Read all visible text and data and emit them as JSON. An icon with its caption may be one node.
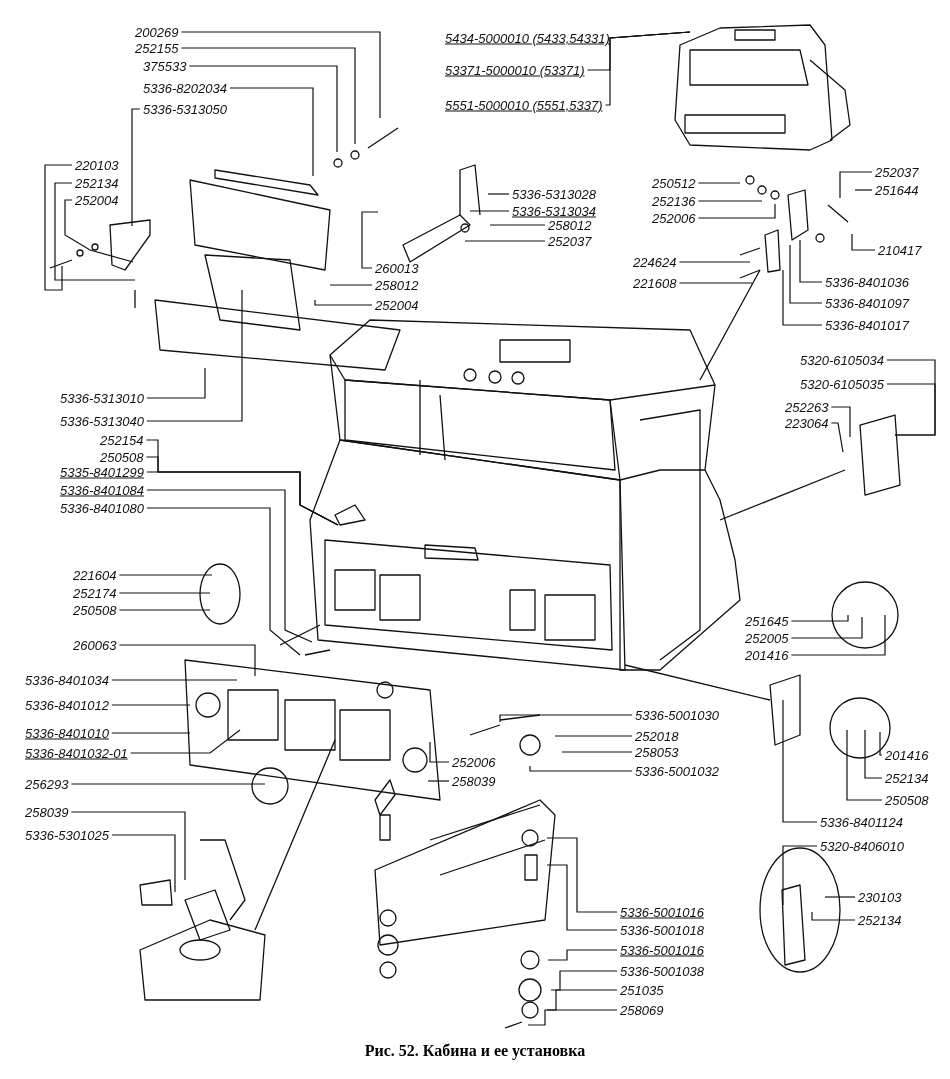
{
  "diagram": {
    "caption": "Рис. 52. Кабина и ее установка",
    "nodes": [
      {
        "text": [
          "200269"
        ]
      },
      {
        "text": [
          "252155"
        ]
      },
      {
        "text": [
          "375533"
        ]
      },
      {
        "text": [
          "5336-8202034"
        ]
      },
      {
        "text": [
          "5336-5313050"
        ]
      },
      {
        "text": [
          "220103"
        ]
      },
      {
        "text": [
          "252134"
        ]
      },
      {
        "text": [
          "252004"
        ]
      },
      {
        "text": [
          "260013"
        ]
      },
      {
        "text": [
          "258012"
        ]
      },
      {
        "text": [
          "252004"
        ]
      },
      {
        "text": [
          "5336-5313028"
        ]
      },
      {
        "text": [
          "5336-5313034"
        ]
      },
      {
        "text": [
          "258012"
        ]
      },
      {
        "text": [
          "252037"
        ]
      },
      {
        "text": [
          "5434-5000010 (5433,54331)"
        ]
      },
      {
        "text": [
          "53371-5000010 (53371)"
        ]
      },
      {
        "text": [
          "5551-5000010 (5551,5337)"
        ]
      },
      {
        "text": [
          "250512"
        ]
      },
      {
        "text": [
          "252136"
        ]
      },
      {
        "text": [
          "252006"
        ]
      },
      {
        "text": [
          "252037"
        ]
      },
      {
        "text": [
          "251644"
        ]
      },
      {
        "text": [
          "210417"
        ]
      },
      {
        "text": [
          "224624"
        ]
      },
      {
        "text": [
          "221608"
        ]
      },
      {
        "text": [
          "5336-8401036"
        ]
      },
      {
        "text": [
          "5336-8401097"
        ]
      },
      {
        "text": [
          "5336-8401017"
        ]
      },
      {
        "text": [
          "5320-6105034"
        ]
      },
      {
        "text": [
          "5320-6105035"
        ]
      },
      {
        "text": [
          "252263"
        ]
      },
      {
        "text": [
          "223064"
        ]
      },
      {
        "text": [
          "5336-5313010"
        ]
      },
      {
        "text": [
          "5336-5313040"
        ]
      },
      {
        "text": [
          "252154"
        ]
      },
      {
        "text": [
          "250508"
        ]
      },
      {
        "text": [
          "5335-8401299"
        ]
      },
      {
        "text": [
          "5336-8401084"
        ]
      },
      {
        "text": [
          "5336-8401080"
        ]
      },
      {
        "text": [
          "221604"
        ]
      },
      {
        "text": [
          "252174"
        ]
      },
      {
        "text": [
          "250508"
        ]
      },
      {
        "text": [
          "260063"
        ]
      },
      {
        "text": [
          "5336-8401034"
        ]
      },
      {
        "text": [
          "5336-8401012"
        ]
      },
      {
        "text": [
          "5336-8401010"
        ]
      },
      {
        "text": [
          "5336-8401032-01"
        ]
      },
      {
        "text": [
          "256293"
        ]
      },
      {
        "text": [
          "258039"
        ]
      },
      {
        "text": [
          "5336-5301025"
        ]
      },
      {
        "text": [
          "5336-5001030"
        ]
      },
      {
        "text": [
          "252018"
        ]
      },
      {
        "text": [
          "258053"
        ]
      },
      {
        "text": [
          "5336-5001032"
        ]
      },
      {
        "text": [
          "252006"
        ]
      },
      {
        "text": [
          "258039"
        ]
      },
      {
        "text": [
          "251645"
        ]
      },
      {
        "text": [
          "252005"
        ]
      },
      {
        "text": [
          "201416"
        ]
      },
      {
        "text": [
          "201416"
        ]
      },
      {
        "text": [
          "252134"
        ]
      },
      {
        "text": [
          "250508"
        ]
      },
      {
        "text": [
          "5336-8401124"
        ]
      },
      {
        "text": [
          "5320-8406010"
        ]
      },
      {
        "text": [
          "5336-5001016"
        ]
      },
      {
        "text": [
          "5336-5001018"
        ]
      },
      {
        "text": [
          "5336-5001016"
        ]
      },
      {
        "text": [
          "5336-5001038"
        ]
      },
      {
        "text": [
          "251035"
        ]
      },
      {
        "text": [
          "258069"
        ]
      },
      {
        "text": [
          "230103"
        ]
      },
      {
        "text": [
          "252134"
        ]
      }
    ],
    "edges": [
      {
        "from": 0,
        "to": null,
        "arrow": "none"
      },
      {
        "from": 1,
        "to": null,
        "arrow": "none"
      },
      {
        "from": 2,
        "to": null,
        "arrow": "none"
      },
      {
        "from": 3,
        "to": null,
        "arrow": "none"
      },
      {
        "from": 4,
        "to": null,
        "arrow": "none"
      },
      {
        "from": 5,
        "to": null,
        "arrow": "none"
      },
      {
        "from": 6,
        "to": null,
        "arrow": "none"
      },
      {
        "from": 7,
        "to": null,
        "arrow": "none"
      },
      {
        "from": 8,
        "to": null,
        "arrow": "none"
      },
      {
        "from": 9,
        "to": null,
        "arrow": "none"
      },
      {
        "from": 10,
        "to": null,
        "arrow": "none"
      },
      {
        "from": 11,
        "to": null,
        "arrow": "none"
      },
      {
        "from": 12,
        "to": null,
        "arrow": "none"
      },
      {
        "from": 13,
        "to": null,
        "arrow": "none"
      },
      {
        "from": 14,
        "to": null,
        "arrow": "none"
      },
      {
        "from": 15,
        "to": null,
        "arrow": "none"
      },
      {
        "from": 16,
        "to": null,
        "arrow": "none"
      },
      {
        "from": 17,
        "to": null,
        "arrow": "none"
      },
      {
        "from": 18,
        "to": null,
        "arrow": "none"
      },
      {
        "from": 19,
        "to": null,
        "arrow": "none"
      },
      {
        "from": 20,
        "to": null,
        "arrow": "none"
      },
      {
        "from": 21,
        "to": null,
        "arrow": "none"
      },
      {
        "from": 22,
        "to": null,
        "arrow": "none"
      },
      {
        "from": 23,
        "to": null,
        "arrow": "none"
      },
      {
        "from": 24,
        "to": null,
        "arrow": "none"
      },
      {
        "from": 25,
        "to": null,
        "arrow": "none"
      },
      {
        "from": 26,
        "to": null,
        "arrow": "none"
      },
      {
        "from": 27,
        "to": null,
        "arrow": "none"
      },
      {
        "from": 28,
        "to": null,
        "arrow": "none"
      },
      {
        "from": 29,
        "to": null,
        "arrow": "none"
      },
      {
        "from": 30,
        "to": null,
        "arrow": "none"
      },
      {
        "from": 31,
        "to": null,
        "arrow": "none"
      },
      {
        "from": 32,
        "to": null,
        "arrow": "none"
      },
      {
        "from": 33,
        "to": null,
        "arrow": "none"
      },
      {
        "from": 34,
        "to": null,
        "arrow": "none"
      },
      {
        "from": 35,
        "to": null,
        "arrow": "none"
      },
      {
        "from": 36,
        "to": null,
        "arrow": "none"
      },
      {
        "from": 37,
        "to": null,
        "arrow": "none"
      },
      {
        "from": 38,
        "to": null,
        "arrow": "none"
      },
      {
        "from": 39,
        "to": null,
        "arrow": "none"
      },
      {
        "from": 40,
        "to": null,
        "arrow": "none"
      },
      {
        "from": 41,
        "to": null,
        "arrow": "none"
      },
      {
        "from": 42,
        "to": null,
        "arrow": "none"
      },
      {
        "from": 43,
        "to": null,
        "arrow": "none"
      },
      {
        "from": 44,
        "to": null,
        "arrow": "none"
      },
      {
        "from": 45,
        "to": null,
        "arrow": "none"
      },
      {
        "from": 46,
        "to": null,
        "arrow": "none"
      },
      {
        "from": 47,
        "to": null,
        "arrow": "none"
      },
      {
        "from": 48,
        "to": null,
        "arrow": "none"
      },
      {
        "from": 49,
        "to": null,
        "arrow": "none"
      },
      {
        "from": 50,
        "to": null,
        "arrow": "none"
      },
      {
        "from": 51,
        "to": null,
        "arrow": "none"
      },
      {
        "from": 52,
        "to": null,
        "arrow": "none"
      },
      {
        "from": 53,
        "to": null,
        "arrow": "none"
      },
      {
        "from": 54,
        "to": null,
        "arrow": "none"
      },
      {
        "from": 55,
        "to": null,
        "arrow": "none"
      },
      {
        "from": 56,
        "to": null,
        "arrow": "none"
      },
      {
        "from": 57,
        "to": null,
        "arrow": "none"
      },
      {
        "from": 58,
        "to": null,
        "arrow": "none"
      },
      {
        "from": 59,
        "to": null,
        "arrow": "none"
      },
      {
        "from": 60,
        "to": null,
        "arrow": "none"
      },
      {
        "from": 61,
        "to": null,
        "arrow": "none"
      },
      {
        "from": 62,
        "to": null,
        "arrow": "none"
      },
      {
        "from": 63,
        "to": null,
        "arrow": "none"
      },
      {
        "from": 64,
        "to": null,
        "arrow": "none"
      },
      {
        "from": 65,
        "to": null,
        "arrow": "none"
      },
      {
        "from": 66,
        "to": null,
        "arrow": "none"
      },
      {
        "from": 67,
        "to": null,
        "arrow": "none"
      },
      {
        "from": 68,
        "to": null,
        "arrow": "none"
      },
      {
        "from": 69,
        "to": null,
        "arrow": "none"
      },
      {
        "from": 70,
        "to": null,
        "arrow": "none"
      },
      {
        "from": 71,
        "to": null,
        "arrow": "none"
      },
      {
        "from": 72,
        "to": null,
        "arrow": "none"
      }
    ]
  }
}
